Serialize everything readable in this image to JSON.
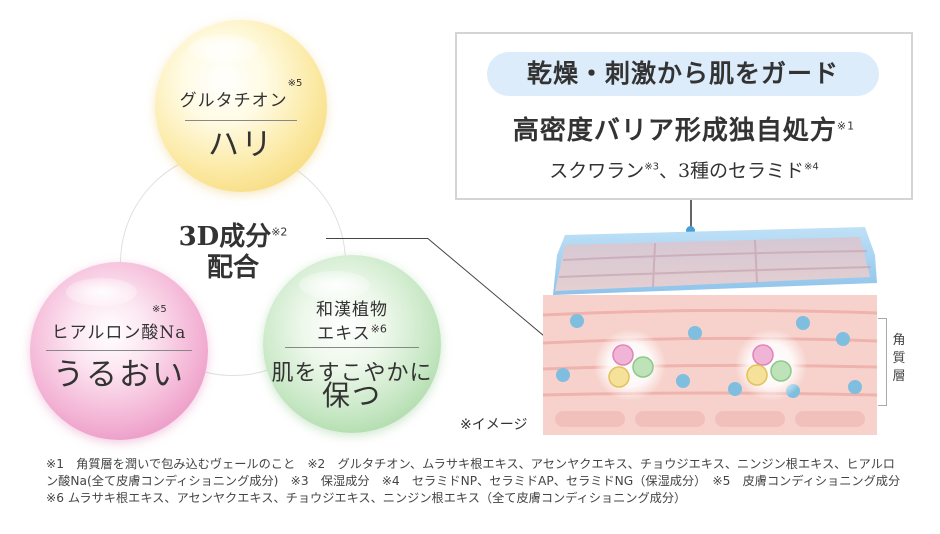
{
  "center": {
    "line1": "3D成分",
    "line1_note": "※2",
    "line2": "配合"
  },
  "bubbles": {
    "yellow": {
      "name": "グルタチオン",
      "note": "※5",
      "effect": "ハリ"
    },
    "pink": {
      "name": "ヒアルロン酸Na",
      "note": "※5",
      "effect": "うるおい"
    },
    "green": {
      "name_line1": "和漢植物",
      "name_line2": "エキス",
      "note": "※6",
      "effect_line1": "肌をすこやかに",
      "effect_line2": "保つ"
    }
  },
  "callout": {
    "headline": "乾燥・刺激から肌をガード",
    "main": "高密度バリア形成独自処方",
    "main_note": "※1",
    "sub_part1": "スクワラン",
    "sub_note1": "※3",
    "sub_part2": "、3種のセラミド",
    "sub_note2": "※4"
  },
  "skin": {
    "side_label": "角質層",
    "image_note": "※イメージ"
  },
  "footnotes": "※1　角質層を潤いで包み込むヴェールのこと　※2　グルタチオン、ムラサキ根エキス、アセンヤクエキス、チョウジエキス、ニンジン根エキス、ヒアルロン酸Na(全て皮膚コンディショニング成分)　※3　保湿成分　※4　セラミドNP、セラミドAP、セラミドNG（保湿成分）　※5　皮膚コンディショニング成分　※6 ムラサキ根エキス、アセンヤクエキス、チョウジエキス、ニンジン根エキス（全て皮膚コンディショニング成分）",
  "colors": {
    "barrier_blue": "#a9d4f1",
    "skin_pink": "#f5c9c3",
    "cell_blue": "#7fbedf",
    "pill_blue": "#dcecfa"
  }
}
